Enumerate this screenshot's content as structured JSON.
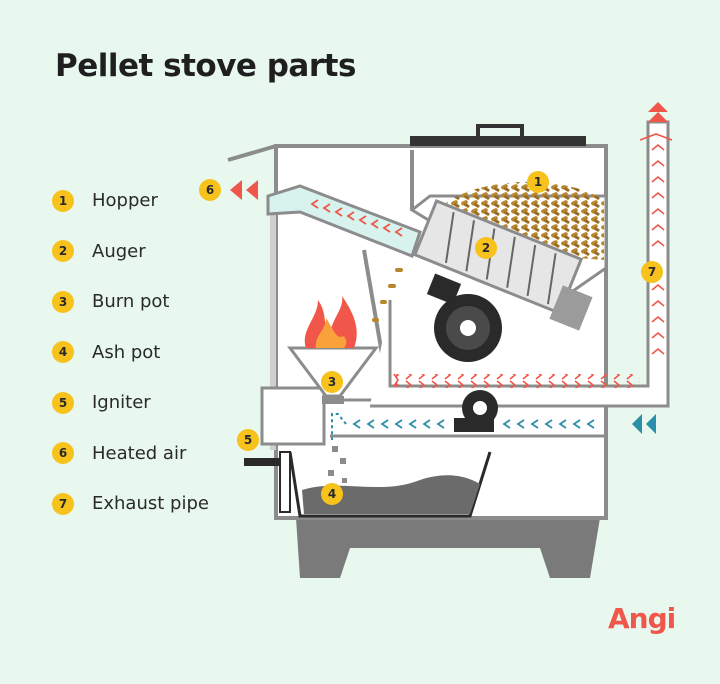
{
  "title": "Pellet stove parts",
  "legend": [
    {
      "num": "1",
      "label": "Hopper"
    },
    {
      "num": "2",
      "label": "Auger"
    },
    {
      "num": "3",
      "label": "Burn pot"
    },
    {
      "num": "4",
      "label": "Ash pot"
    },
    {
      "num": "5",
      "label": "Igniter"
    },
    {
      "num": "6",
      "label": "Heated air"
    },
    {
      "num": "7",
      "label": "Exhaust pipe"
    }
  ],
  "callouts": {
    "hopper": "1",
    "auger": "2",
    "burn_pot": "3",
    "ash_pot": "4",
    "igniter": "5",
    "heated_air": "6",
    "exhaust_pipe": "7"
  },
  "logo": "Angi",
  "colors": {
    "background": "#e8f8ef",
    "badge": "#f8c21c",
    "stove_outline": "#8c8c8c",
    "stove_body": "#ffffff",
    "heated_air": "#f0564a",
    "cool_air": "#2a8fa8",
    "pellets": "#b8862f",
    "ash": "#6b6b6b",
    "brand": "#f0564a"
  },
  "icons": [
    "fan-icon",
    "flame-icon",
    "pellet-pile-icon",
    "arrow-icon"
  ]
}
